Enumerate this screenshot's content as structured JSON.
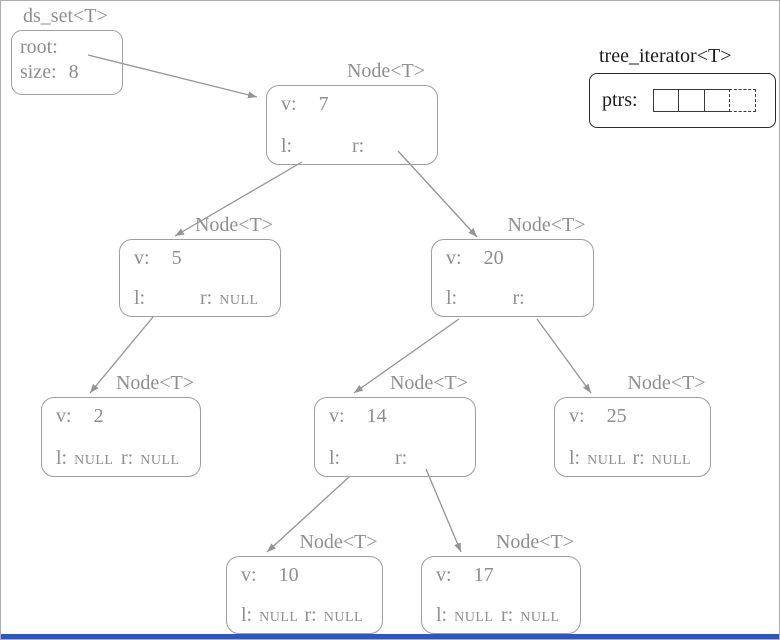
{
  "colors": {
    "diagram_gray": "#8e8e8e",
    "border_gray": "#9e9e9e",
    "iterator_black": "#1c1c1c",
    "bottom_bar_blue": "#2b55c8"
  },
  "ds_set": {
    "title": "ds_set<T>",
    "root_label": "root:",
    "size_label": "size:",
    "size_value": "8"
  },
  "iterator": {
    "title": "tree_iterator<T>",
    "ptrs_label": "ptrs:",
    "cell_count": 4
  },
  "labels": {
    "node_title": "Node<T>",
    "v": "v:",
    "l": "l:",
    "r": "r:",
    "null": "NULL"
  },
  "nodes": [
    {
      "value": "7",
      "l_text": "",
      "r_text": ""
    },
    {
      "value": "5",
      "l_text": "",
      "r_text": "NULL"
    },
    {
      "value": "20",
      "l_text": "",
      "r_text": ""
    },
    {
      "value": "2",
      "l_text": "NULL",
      "r_text": "NULL"
    },
    {
      "value": "14",
      "l_text": "",
      "r_text": ""
    },
    {
      "value": "25",
      "l_text": "NULL",
      "r_text": "NULL"
    },
    {
      "value": "10",
      "l_text": "NULL",
      "r_text": "NULL"
    },
    {
      "value": "17",
      "l_text": "NULL",
      "r_text": "NULL"
    }
  ],
  "edges": [
    {
      "from": "root",
      "via": "root",
      "to": "node-7"
    },
    {
      "from": "node-7",
      "via": "l",
      "to": "node-5"
    },
    {
      "from": "node-7",
      "via": "r",
      "to": "node-20"
    },
    {
      "from": "node-5",
      "via": "l",
      "to": "node-2"
    },
    {
      "from": "node-20",
      "via": "l",
      "to": "node-14"
    },
    {
      "from": "node-20",
      "via": "r",
      "to": "node-25"
    },
    {
      "from": "node-14",
      "via": "l",
      "to": "node-10"
    },
    {
      "from": "node-14",
      "via": "r",
      "to": "node-17"
    }
  ]
}
